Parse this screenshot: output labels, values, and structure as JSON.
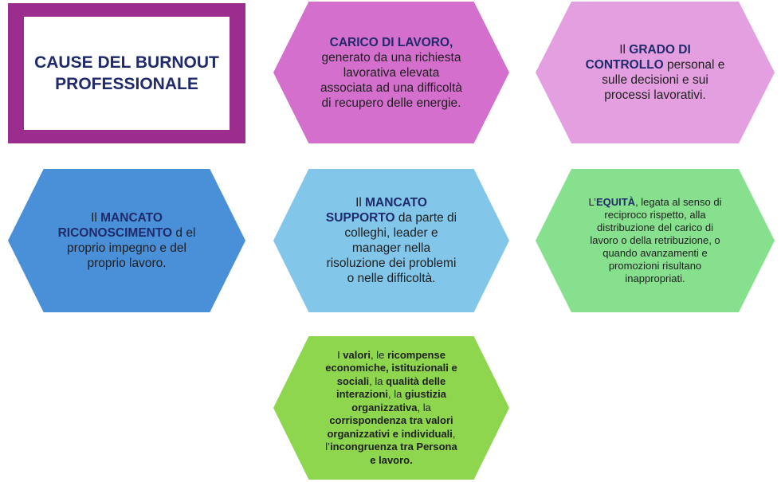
{
  "title": "CAUSE DEL BURNOUT\nPROFESSIONALE",
  "colors": {
    "title_border": "#9b2d8e",
    "title_text": "#1f2a6b",
    "carico": "#d46fce",
    "grado": "#e49fe0",
    "riconoscimento": "#4a90d9",
    "supporto": "#82c6ea",
    "equita": "#86e08e",
    "valori": "#8ed64e"
  },
  "hexagons": [
    {
      "id": "carico",
      "parts": [
        {
          "b": true,
          "t": "CARICO DI LAVORO,"
        },
        {
          "b": false,
          "t": " generato da una richiesta lavorativa elevata associata ad una difficoltà di recupero delle energie."
        }
      ]
    },
    {
      "id": "grado",
      "parts": [
        {
          "b": false,
          "t": "Il "
        },
        {
          "b": true,
          "t": "GRADO DI CONTROLLO"
        },
        {
          "b": false,
          "t": " personal e sulle decisioni e sui processi lavorativi."
        }
      ]
    },
    {
      "id": "riconoscimento",
      "parts": [
        {
          "b": false,
          "t": "Il "
        },
        {
          "b": true,
          "t": "MANCATO RICONOSCIMENTO"
        },
        {
          "b": false,
          "t": " d el proprio impegno e del proprio lavoro."
        }
      ]
    },
    {
      "id": "supporto",
      "parts": [
        {
          "b": false,
          "t": "Il "
        },
        {
          "b": true,
          "t": "MANCATO SUPPORTO"
        },
        {
          "b": false,
          "t": " da parte di colleghi, leader e manager nella risoluzione dei problemi o nelle difficoltà."
        }
      ]
    },
    {
      "id": "equita",
      "parts": [
        {
          "b": false,
          "t": "L’"
        },
        {
          "b": true,
          "t": "EQUITÀ"
        },
        {
          "b": false,
          "t": ", legata al senso di reciproco rispetto, alla distribuzione del carico di lavoro o della retribuzione, o quando avanzamenti e promozioni risultano inappropriati."
        }
      ]
    },
    {
      "id": "valori",
      "parts": [
        {
          "b": false,
          "t": "I "
        },
        {
          "b": true,
          "t": "valori"
        },
        {
          "b": false,
          "t": ", le "
        },
        {
          "b": true,
          "t": "ricompense economiche, istituzionali e sociali"
        },
        {
          "b": false,
          "t": ", la "
        },
        {
          "b": true,
          "t": "qualità delle interazioni"
        },
        {
          "b": false,
          "t": ", la "
        },
        {
          "b": true,
          "t": "giustizia organizzativa"
        },
        {
          "b": false,
          "t": ", la "
        },
        {
          "b": true,
          "t": "corrispondenza tra valori organizzativi e individuali"
        },
        {
          "b": false,
          "t": ", l’"
        },
        {
          "b": true,
          "t": "incongruenza tra Persona e lavoro."
        }
      ]
    }
  ]
}
